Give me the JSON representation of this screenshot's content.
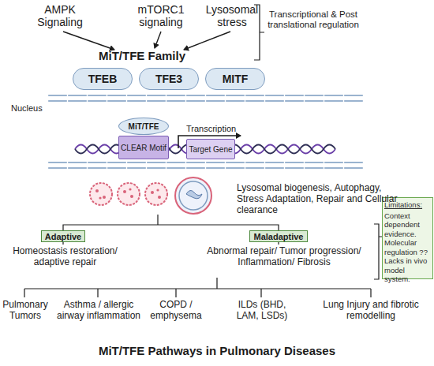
{
  "diagram": {
    "title": "MiT/TFE Pathways in Pulmonary Diseases",
    "nodes": [
      {
        "text": [
          "TFEB"
        ]
      },
      {
        "text": [
          "TFE3"
        ]
      },
      {
        "text": [
          "MITF"
        ]
      },
      {
        "text": [
          "MiT/TFE"
        ]
      },
      {
        "text": [
          "CLEAR Motif"
        ]
      },
      {
        "text": [
          "Target Gene"
        ]
      },
      {
        "text": [
          "Adaptive"
        ]
      },
      {
        "text": [
          "Maladaptive"
        ]
      },
      {
        "text": [
          "Limitations:",
          "Context dependent evidence. Molecular regulation ?? Lacks in vivo model system."
        ]
      }
    ],
    "edges": [
      {
        "from": 6,
        "to": 7,
        "arrow": "none"
      }
    ],
    "labels": [
      "AMPK Signaling",
      "mTORC1 signaling",
      "Lysosomal stress",
      "MiT/TFE Family",
      "Transcriptional & Post translational regulation",
      "Nucleus",
      "Transcription",
      "Lysosomal biogenesis, Autophagy, Stress Adaptation, Repair and Cellular clearance",
      "Homeostasis restoration/ adaptive repair",
      "Abnormal repair/ Tumor progression/ Inflammation/ Fibrosis",
      "Pulmonary Tumors",
      "Asthma / allergic airway inflammation",
      "COPD / emphysema",
      "ILDs (BHD, LAM, LSDs)",
      "Lung Injury and fibrotic remodelling"
    ]
  }
}
